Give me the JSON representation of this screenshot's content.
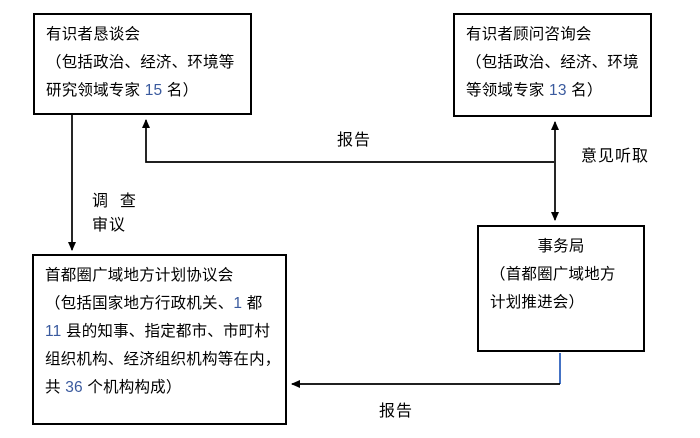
{
  "colors": {
    "background": "#ffffff",
    "border": "#000000",
    "text": "#000000",
    "line": "#000000",
    "number": "#3a5a9e",
    "blue_connector": "#4472c4"
  },
  "boxes": {
    "experts_panel": {
      "lines": [
        "有识者恳谈会",
        "（包括政治、经济、环境等",
        "研究领域专家 15 名）"
      ]
    },
    "advisory_council": {
      "lines": [
        "有识者顾问咨询会",
        "（包括政治、经济、环境",
        "等领域专家 13 名）"
      ]
    },
    "secretariat": {
      "center_first": true,
      "lines": [
        "事务局",
        "（首都圈广域地方",
        "计划推进会）"
      ]
    },
    "planning_council": {
      "lines": [
        "首都圈广域地方计划协议会",
        "（包括国家地方行政机关、1 都",
        "11 县的知事、指定都市、市町村",
        "组织机构、经济组织机构等在内，",
        "共 36 个机构构成）"
      ]
    }
  },
  "labels": {
    "report_mid": "报告",
    "opinion_hearing": "意见听取",
    "survey": "调  查",
    "deliberation": "审议",
    "report_bottom": "报告"
  }
}
